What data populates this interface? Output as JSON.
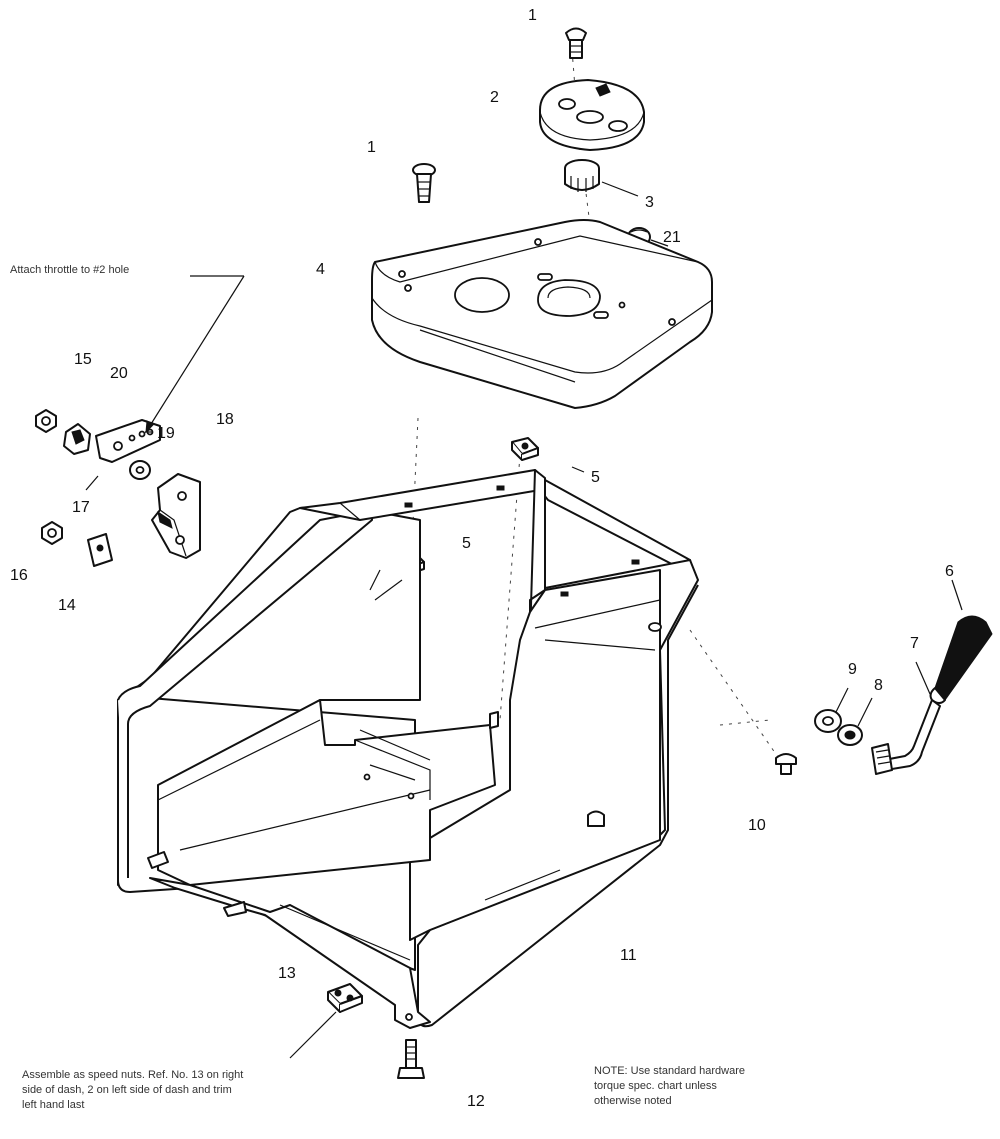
{
  "labels": {
    "p1a": "1",
    "p1b": "1",
    "p2": "2",
    "p3": "3",
    "p4": "4",
    "p5a": "5",
    "p5b": "5",
    "p6": "6",
    "p7": "7",
    "p8": "8",
    "p9": "9",
    "p10": "10",
    "p11": "11",
    "p12": "12",
    "p13": "13",
    "p14": "14",
    "p15": "15",
    "p16": "16",
    "p17": "17",
    "p18": "18",
    "p19": "19",
    "p20": "20",
    "p21": "21"
  },
  "notes": {
    "throttle": "Attach throttle to #2 hole",
    "assembly": "Assemble as speed nuts. Ref. No. 13 on right\nside of dash, 2 on left side of dash and trim\nleft hand last",
    "torque": "NOTE: Use standard hardware\ntorque spec. chart unless\notherwise noted"
  }
}
